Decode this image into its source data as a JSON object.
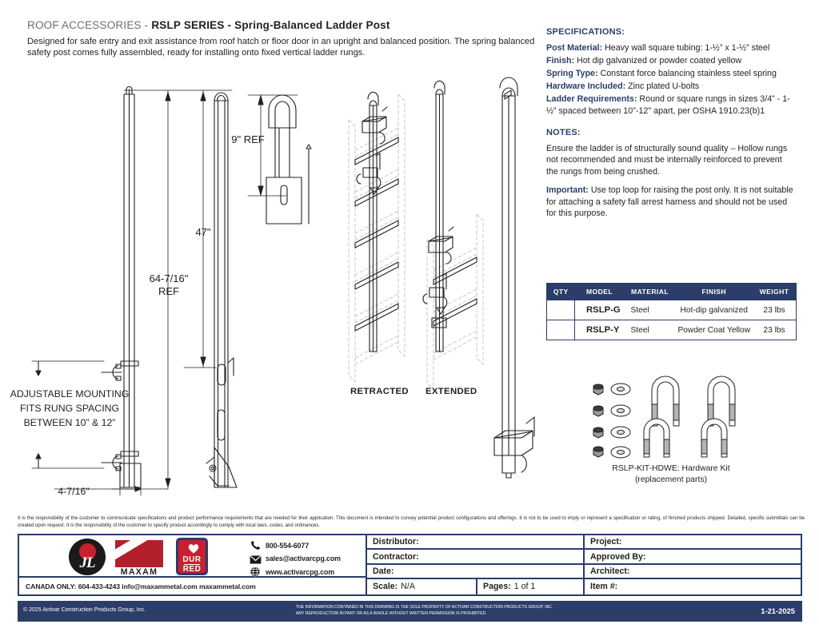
{
  "header": {
    "category": "ROOF ACCESSORIES - ",
    "series": "RSLP SERIES - Spring-Balanced Ladder Post",
    "description": "Designed for safe entry and exit assistance from roof hatch or floor door in an upright and balanced position. The spring balanced safety post comes fully assembled, ready for installing onto fixed vertical ladder rungs."
  },
  "specifications": {
    "heading": "SPECIFICATIONS:",
    "items": [
      {
        "label": "Post Material:",
        "value": " Heavy wall square tubing: 1-½” x 1-½” steel"
      },
      {
        "label": "Finish:",
        "value": " Hot dip galvanized or powder coated yellow"
      },
      {
        "label": "Spring Type:",
        "value": " Constant force balancing stainless steel spring"
      },
      {
        "label": "Hardware Included:",
        "value": "  Zinc plated U-bolts"
      },
      {
        "label": "Ladder Requirements:",
        "value": "  Round or square rungs in sizes 3/4” - 1-½” spaced between 10\"-12\" apart, per OSHA 1910.23(b)1"
      }
    ]
  },
  "notes": {
    "heading": "NOTES:",
    "body": "Ensure the ladder is of structurally sound quality – Hollow rungs not recommended and must be internally reinforced to prevent the rungs from being crushed.",
    "important_label": "Important:",
    "important_body": "  Use top loop for raising the post only.  It is not suitable for attaching a safety fall arrest harness and should not be used for this purpose."
  },
  "product_table": {
    "columns": [
      "QTY",
      "MODEL",
      "MATERIAL",
      "FINISH",
      "WEIGHT"
    ],
    "rows": [
      {
        "qty": "",
        "model": "RSLP-G",
        "material": "Steel",
        "finish": "Hot-dip galvanized",
        "weight": "23 lbs"
      },
      {
        "qty": "",
        "model": "RSLP-Y",
        "material": "Steel",
        "finish": "Powder Coat Yellow",
        "weight": "23 lbs"
      }
    ]
  },
  "hardware_kit": {
    "caption_line1": "RSLP-KIT-HDWE: Hardware Kit",
    "caption_line2": "(replacement parts)"
  },
  "drawing": {
    "dim_9_ref": "9\" REF",
    "dim_47": "47\"",
    "dim_64_main": "64-7/16\"",
    "dim_64_sub": "REF",
    "dim_4_7_16": "4-7/16\"",
    "adjustable_note": "ADJUSTABLE MOUNTING FITS RUNG SPACING BETWEEN 10” & 12”",
    "label_retracted": "RETRACTED",
    "label_extended": "EXTENDED"
  },
  "disclaimer": "It is the responsibility of the customer to communicate specifications and product performance requirements that are needed for their application.  This document is intended to convey potential product configurations and offerings.  It is not to be used to imply or represent a specification or rating, of finished products shipped.  Detailed, specific submittals can be created upon request.  It is the responsibility of the customer to specify product accordingly to comply with local laws, codes, and ordinances.",
  "footer": {
    "logos": {
      "jl_text": "JL",
      "maxam_text": "MAXAM",
      "dur_text": "DUR",
      "red_text": "RED"
    },
    "contacts": [
      {
        "icon": "phone-icon",
        "text": "800-554-6077"
      },
      {
        "icon": "envelope-icon",
        "text": "sales@activarcpg.com"
      },
      {
        "icon": "globe-icon",
        "text": "www.activarcpg.com"
      }
    ],
    "canada_line": "CANADA ONLY: 604-433-4243   info@maxammetal.com   maxammetal.com",
    "fields": {
      "distributor": "Distributor:",
      "project": "Project:",
      "contractor": "Contractor:",
      "approved_by": "Approved By:",
      "date": "Date:",
      "architect": "Architect:",
      "scale_label": "Scale:",
      "scale_value": "N/A",
      "pages_label": "Pages:",
      "pages_value": "1 of 1",
      "item_label": "Item #:"
    }
  },
  "copyright_bar": {
    "left": "© 2025 Activar Construction Products Group, Inc.",
    "mid_line1": "THE INFORMATION CONTAINED IN THIS DRAWING IS THE SOLE PROPERTY OF ACTIVAR CONSTRUCTION PRODUCTS GROUP, INC.",
    "mid_line2": "ANY REPRODUCTION IN PART OR AS A WHOLE WITHOUT WRITTEN PERMISSION IS PROHIBITED.",
    "right": "1-21-2025"
  },
  "colors": {
    "navy": "#2b3d68",
    "red": "#c8202e",
    "gray_text": "#6d6e71",
    "body_text": "#231f20"
  }
}
